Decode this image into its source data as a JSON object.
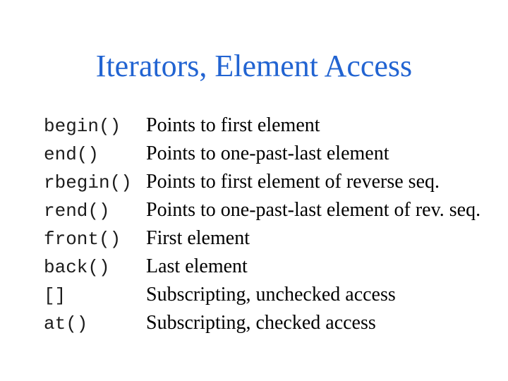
{
  "slide": {
    "title": "Iterators, Element Access",
    "rows": [
      {
        "method": "begin()",
        "description": "Points to first element"
      },
      {
        "method": "end()",
        "description": "Points to one-past-last element"
      },
      {
        "method": "rbegin()",
        "description": "Points to first element of reverse seq."
      },
      {
        "method": "rend()",
        "description": "Points to one-past-last element of rev. seq."
      },
      {
        "method": "front()",
        "description": "First element"
      },
      {
        "method": "back()",
        "description": "Last element"
      },
      {
        "method": "[]",
        "description": "Subscripting, unchecked access"
      },
      {
        "method": "at()",
        "description": "Subscripting, checked access"
      }
    ],
    "colors": {
      "background": "#ffffff",
      "title": "#2264d2",
      "method_text": "#1c1c1c",
      "description_text": "#000000"
    }
  }
}
